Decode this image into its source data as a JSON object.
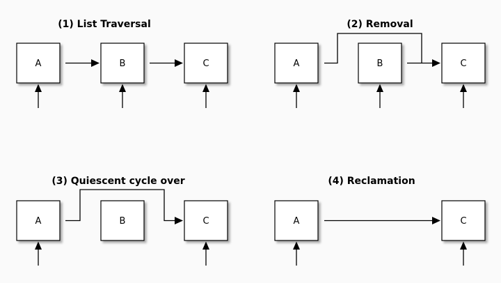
{
  "figure": {
    "background": "#fafafa",
    "stroke_color": "#000000",
    "box_fill": "#ffffff",
    "text_color": "#000000"
  },
  "panels": [
    {
      "title": "(1) List Traversal",
      "nodes": [
        "A",
        "B",
        "C"
      ],
      "links": [
        "A→B",
        "B→C"
      ],
      "referenced_nodes": [
        "A",
        "B",
        "C"
      ]
    },
    {
      "title": "(2) Removal",
      "nodes": [
        "A",
        "B",
        "C"
      ],
      "links": [
        "A→C (routed over B)",
        "B→C"
      ],
      "referenced_nodes": [
        "A",
        "B",
        "C"
      ]
    },
    {
      "title": "(3) Quiescent cycle over",
      "nodes": [
        "A",
        "B",
        "C"
      ],
      "links": [
        "A→C (routed over B)"
      ],
      "referenced_nodes": [
        "A",
        "C"
      ]
    },
    {
      "title": "(4) Reclamation",
      "nodes": [
        "A",
        "C"
      ],
      "links": [
        "A→C"
      ],
      "referenced_nodes": [
        "A",
        "C"
      ]
    }
  ]
}
